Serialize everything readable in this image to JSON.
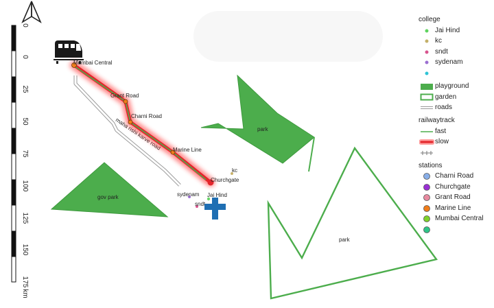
{
  "map": {
    "scale_bar": {
      "ticks": [
        "0",
        "25",
        "50",
        "75",
        "100",
        "125",
        "150",
        "175"
      ],
      "unit": "km",
      "top_label": "0"
    },
    "roads": [
      {
        "name": "maha rishi karve road"
      }
    ],
    "stations": [
      {
        "name": "Mumbai Central",
        "color": "#f07d1a"
      },
      {
        "name": "Grant Road",
        "color": "#f07d1a"
      },
      {
        "name": "Charni Road",
        "color": "#f07d1a"
      },
      {
        "name": "Marine Line",
        "color": "#f07d1a"
      },
      {
        "name": "Churchgate",
        "color": "#e3262c"
      }
    ],
    "colleges": [
      {
        "name": "kc",
        "color": "#c8b26a"
      },
      {
        "name": "Jai Hind",
        "color": "#6ad66a"
      },
      {
        "name": "sydenam",
        "color": "#9b6fd1"
      },
      {
        "name": "sndt",
        "color": "#d8548e"
      }
    ],
    "playgrounds": [
      {
        "name": "park",
        "color": "#4cad4c"
      },
      {
        "name": "gov park",
        "color": "#4cad4c"
      }
    ],
    "gardens": [
      {
        "name": "park",
        "outline_color": "#4cad4c"
      }
    ],
    "icons": [
      "north-arrow-icon",
      "train-icon",
      "hospital-cross-icon"
    ]
  },
  "legend": {
    "college": {
      "title": "college",
      "items": [
        {
          "label": "Jai Hind",
          "color": "#5fd35f"
        },
        {
          "label": "kc",
          "color": "#c4b06a"
        },
        {
          "label": "sndt",
          "color": "#d8548e"
        },
        {
          "label": "sydenam",
          "color": "#9b6fd1"
        },
        {
          "label": "",
          "color": "#2fc4d6"
        }
      ]
    },
    "layers": [
      {
        "label": "playground",
        "color": "#4cad4c",
        "kind": "fill"
      },
      {
        "label": "garden",
        "color": "#4cad4c",
        "kind": "outline"
      },
      {
        "label": "roads",
        "color": "#bdbdbd",
        "kind": "road"
      }
    ],
    "railwaytrack": {
      "title": "railwaytrack",
      "items": [
        {
          "label": "fast",
          "color": "#4cad4c",
          "kind": "line"
        },
        {
          "label": "slow",
          "color": "#e3262c",
          "kind": "glow"
        },
        {
          "label": "",
          "color": "#777777",
          "kind": "track"
        }
      ]
    },
    "stations": {
      "title": "stations",
      "items": [
        {
          "label": "Charni Road",
          "color": "#88aee8"
        },
        {
          "label": "Churchgate",
          "color": "#9a2fd4"
        },
        {
          "label": "Grant Road",
          "color": "#e88aa0"
        },
        {
          "label": "Marine Line",
          "color": "#f07d1a"
        },
        {
          "label": "Mumbai Central",
          "color": "#7fd12a"
        },
        {
          "label": "",
          "color": "#2fc488"
        }
      ]
    }
  }
}
